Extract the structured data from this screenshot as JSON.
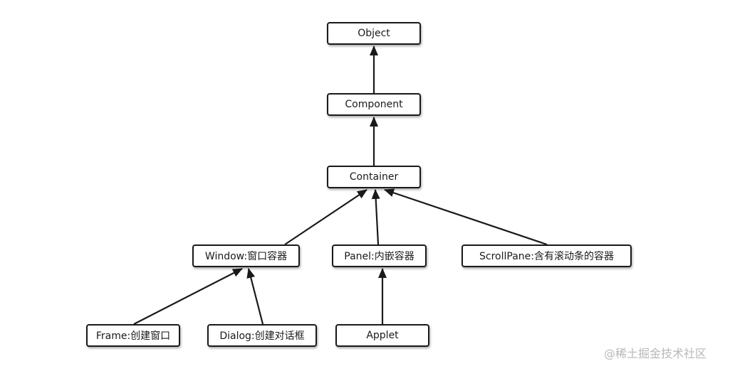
{
  "nodes": {
    "object": "Object",
    "component": "Component",
    "container": "Container",
    "window": "Window:窗口容器",
    "panel": "Panel:内嵌容器",
    "scrollpane": "ScrollPane:含有滚动条的容器",
    "frame": "Frame:创建窗口",
    "dialog": "Dialog:创建对话框",
    "applet": "Applet"
  },
  "edges": [
    {
      "from": "component",
      "to": "object"
    },
    {
      "from": "container",
      "to": "component"
    },
    {
      "from": "window",
      "to": "container"
    },
    {
      "from": "panel",
      "to": "container"
    },
    {
      "from": "scrollpane",
      "to": "container"
    },
    {
      "from": "frame",
      "to": "window"
    },
    {
      "from": "dialog",
      "to": "window"
    },
    {
      "from": "applet",
      "to": "panel"
    }
  ],
  "watermark": "@稀土掘金技术社区",
  "colors": {
    "line": "#1a1a1a",
    "watermark": "#b8b8b8"
  }
}
